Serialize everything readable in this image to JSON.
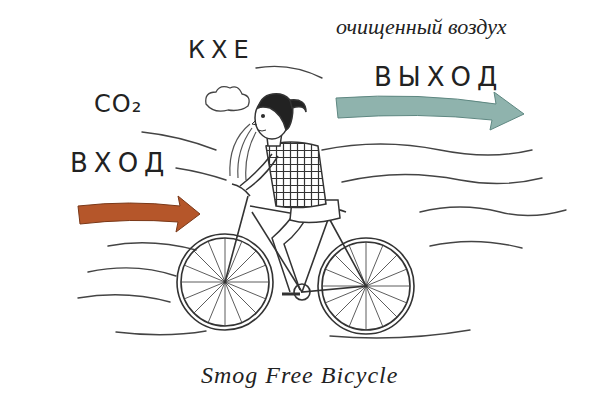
{
  "diagram": {
    "caption": "Smog Free Bicycle",
    "labels": [
      "очищенный воздух",
      "КХЕ",
      "ВЫХОД",
      "CO₂",
      "ВХОД"
    ]
  }
}
